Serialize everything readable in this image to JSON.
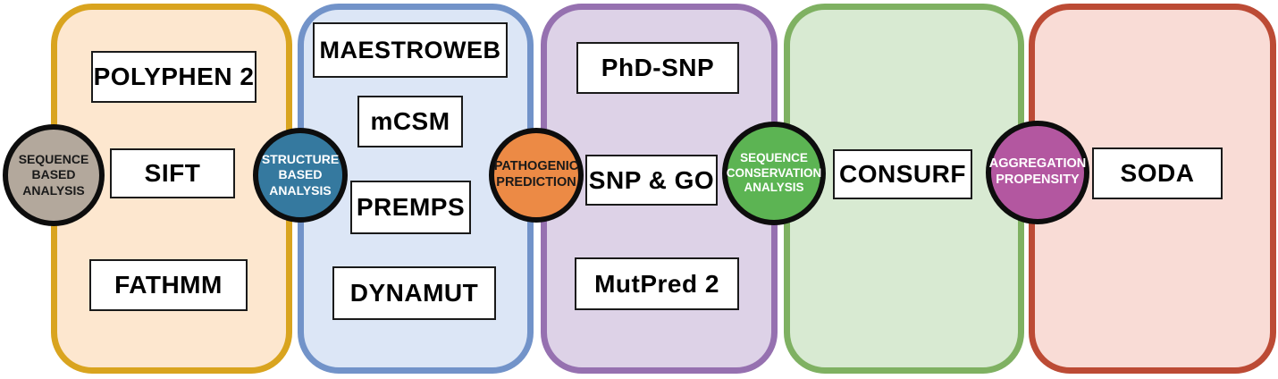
{
  "canvas": {
    "background": "#ffffff"
  },
  "groups": [
    {
      "category": {
        "label": "SEQUENCE\nBASED\nANALYSIS",
        "fill": "#B3A89C",
        "border_color": "#0d0d0d",
        "text_color": "#1a1a1a"
      },
      "panel": {
        "fill": "#FDE7CF",
        "border_color": "#D9A41F"
      },
      "tools": [
        {
          "label": "POLYPHEN 2"
        },
        {
          "label": "SIFT"
        },
        {
          "label": "FATHMM"
        }
      ]
    },
    {
      "category": {
        "label": "STRUCTURE\nBASED\nANALYSIS",
        "fill": "#35799F",
        "border_color": "#0d0d0d",
        "text_color": "#ffffff"
      },
      "panel": {
        "fill": "#DCE6F6",
        "border_color": "#7293C9"
      },
      "tools": [
        {
          "label": "MAESTROWEB"
        },
        {
          "label": "mCSM"
        },
        {
          "label": "PREMPS"
        },
        {
          "label": "DYNAMUT"
        }
      ]
    },
    {
      "category": {
        "label": "PATHOGENIC\nPREDICTION",
        "fill": "#EC8A45",
        "border_color": "#0d0d0d",
        "text_color": "#1a1a1a"
      },
      "panel": {
        "fill": "#DDD2E7",
        "border_color": "#9671B0"
      },
      "tools": [
        {
          "label": "PhD-SNP"
        },
        {
          "label": "SNP & GO"
        },
        {
          "label": "MutPred 2"
        }
      ]
    },
    {
      "category": {
        "label": "SEQUENCE\nCONSERVATION\nANALYSIS",
        "fill": "#5CB453",
        "border_color": "#0d0d0d",
        "text_color": "#ffffff"
      },
      "panel": {
        "fill": "#D8EAD2",
        "border_color": "#7FB162"
      },
      "tools": [
        {
          "label": "CONSURF"
        }
      ]
    },
    {
      "category": {
        "label": "AGGREGATION\nPROPENSITY",
        "fill": "#B357A0",
        "border_color": "#0d0d0d",
        "text_color": "#ffffff"
      },
      "panel": {
        "fill": "#F9DCD6",
        "border_color": "#BC4B35"
      },
      "tools": [
        {
          "label": "SODA"
        }
      ]
    }
  ]
}
